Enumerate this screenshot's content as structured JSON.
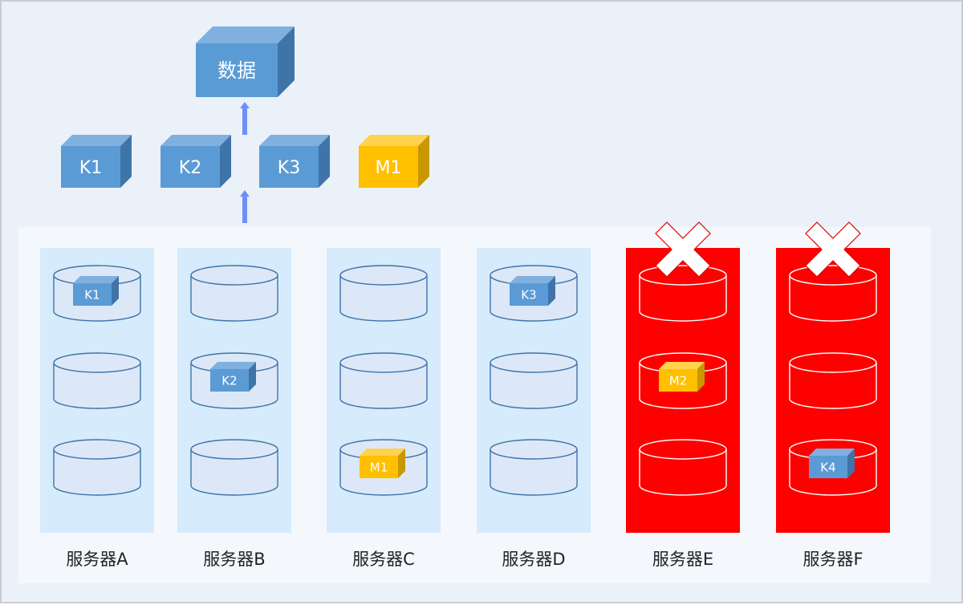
{
  "colors": {
    "blue_front": "#5b9bd5",
    "blue_top": "#7fb0e0",
    "blue_side": "#3f74a8",
    "yellow_front": "#ffc000",
    "yellow_top": "#ffd34d",
    "yellow_side": "#c99700",
    "server_column": "#d6ebfb",
    "failed_column": "#ff0000",
    "disk_fill": "#dce8f8",
    "disk_stroke": "#3f74a8",
    "arrow": "#6d8ff7"
  },
  "top": {
    "data_block": "数据",
    "blocks": [
      "K1",
      "K2",
      "K3",
      "M1"
    ]
  },
  "servers": [
    {
      "name": "服务器A",
      "failed": false,
      "disks": [
        "K1",
        "",
        ""
      ]
    },
    {
      "name": "服务器B",
      "failed": false,
      "disks": [
        "",
        "K2",
        ""
      ]
    },
    {
      "name": "服务器C",
      "failed": false,
      "disks": [
        "",
        "",
        "M1"
      ]
    },
    {
      "name": "服务器D",
      "failed": false,
      "disks": [
        "K3",
        "",
        ""
      ]
    },
    {
      "name": "服务器E",
      "failed": true,
      "disks": [
        "",
        "M2",
        ""
      ]
    },
    {
      "name": "服务器F",
      "failed": true,
      "disks": [
        "",
        "",
        "K4"
      ]
    }
  ]
}
